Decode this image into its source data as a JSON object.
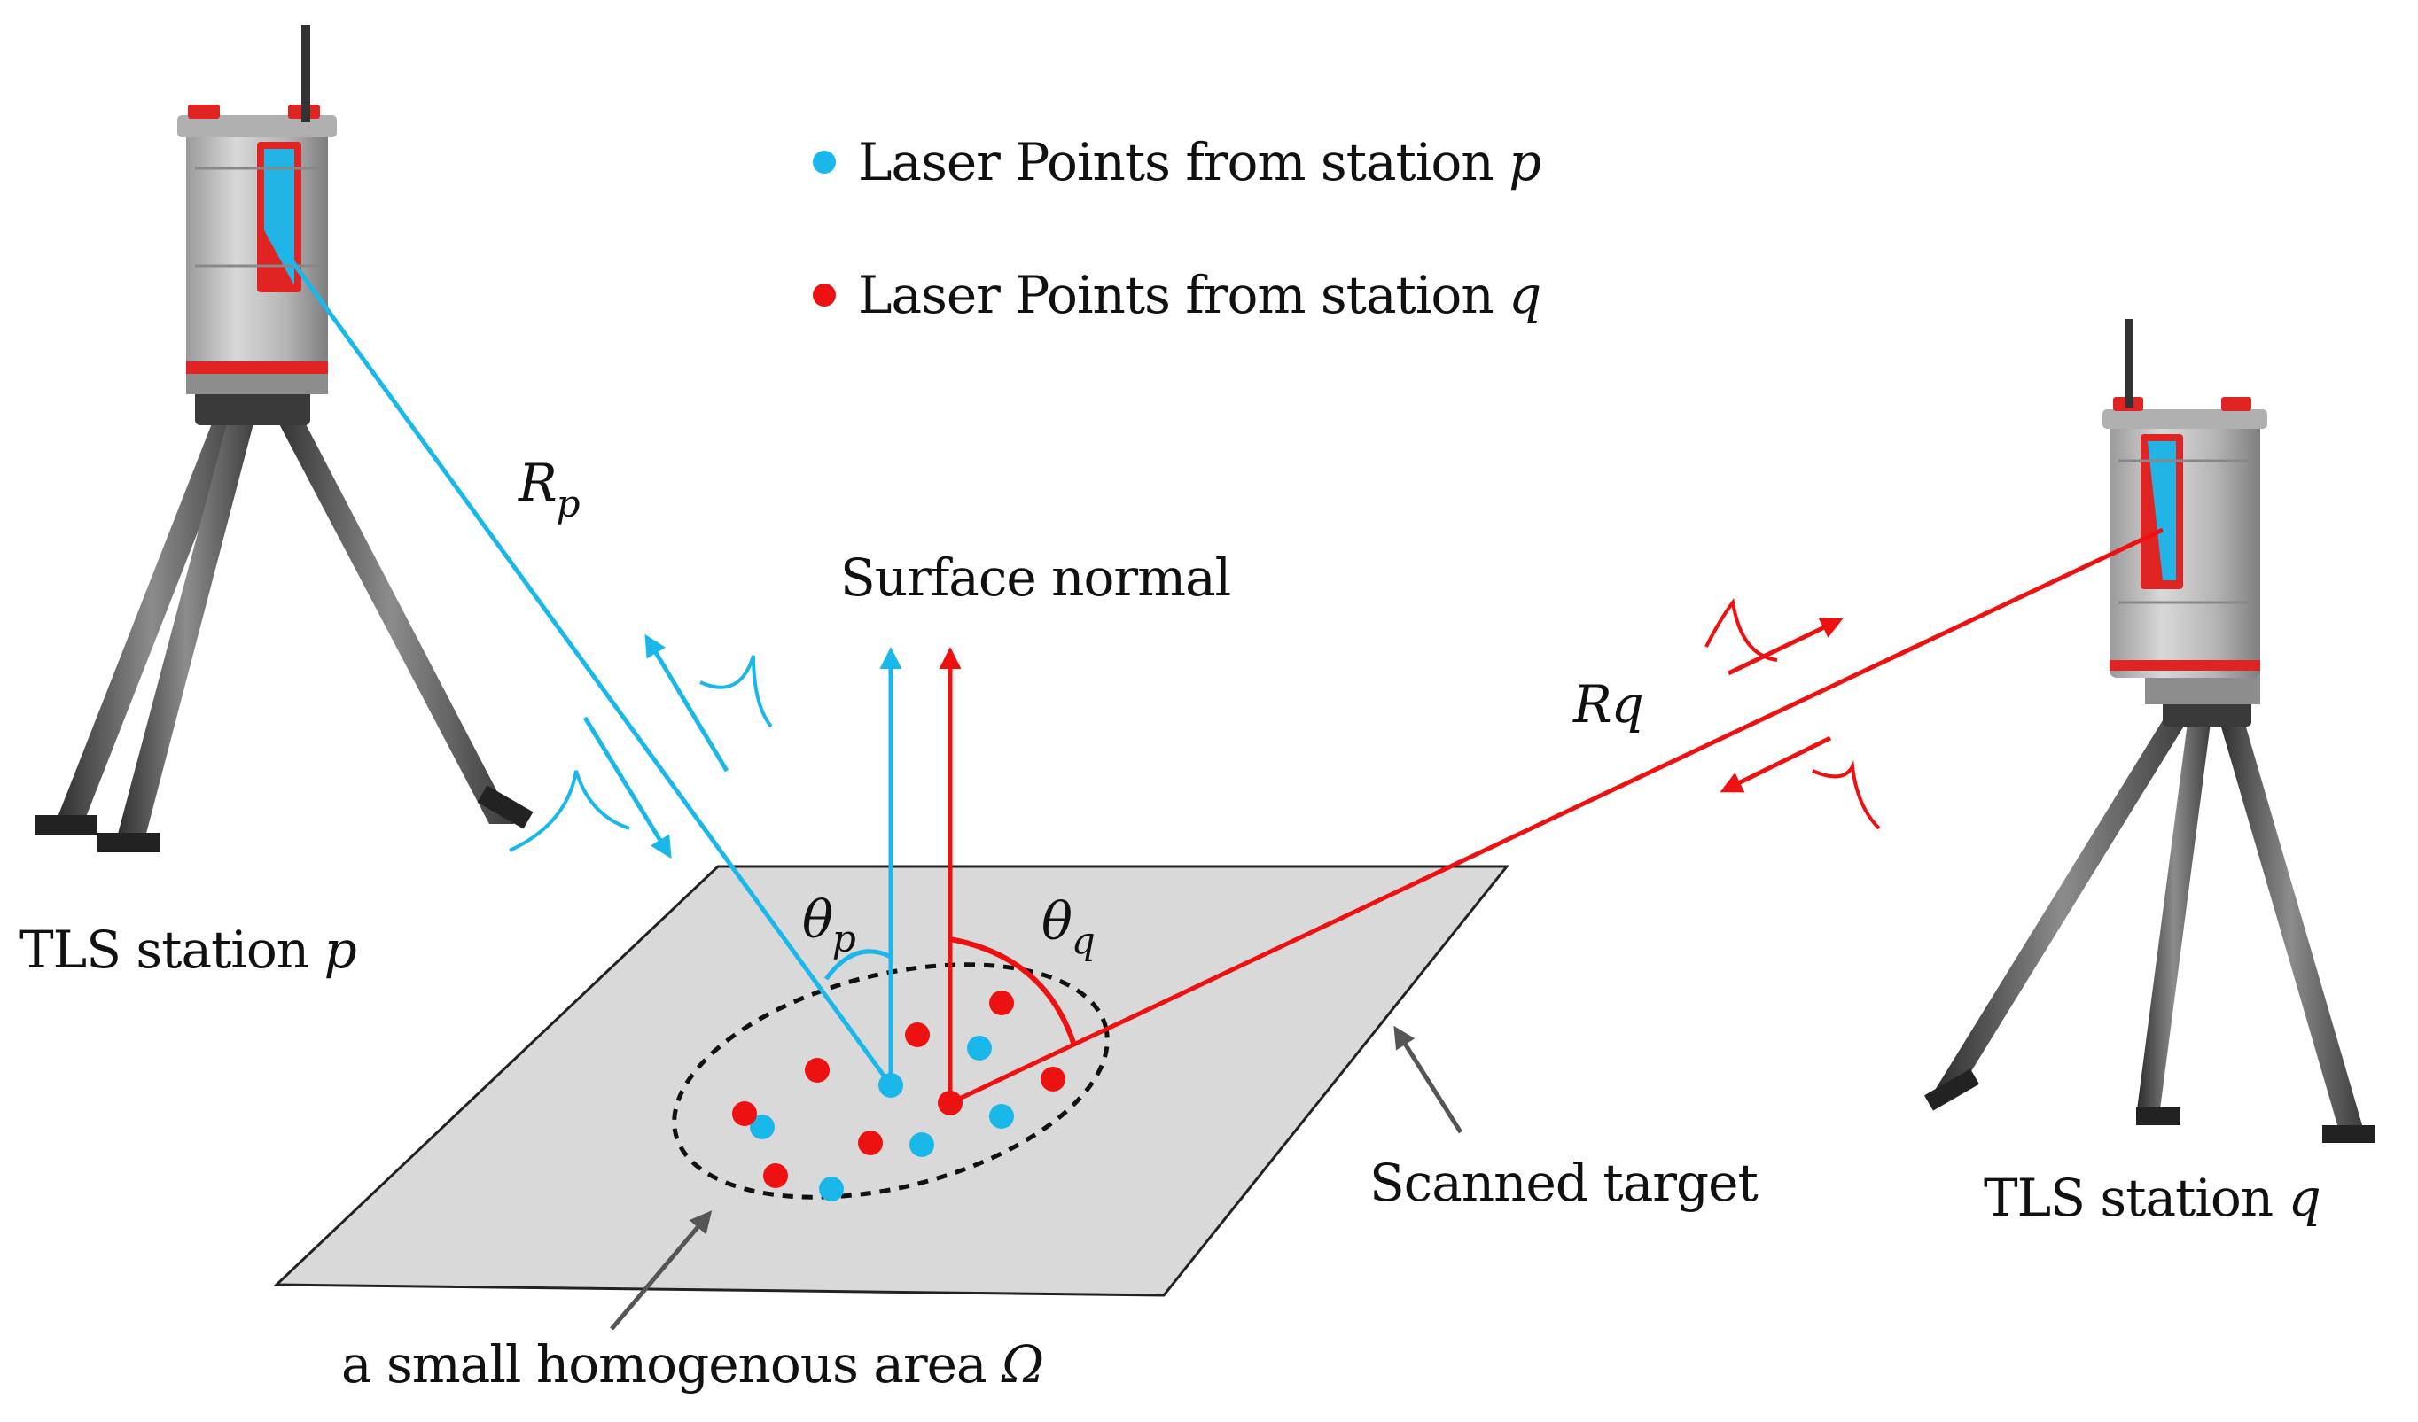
{
  "colors": {
    "station_p": "#1ab8ea",
    "station_q": "#ee1111",
    "plane": "#d9d9d9",
    "annotation_arrow": "#555555"
  },
  "legend": {
    "items": [
      {
        "marker_color": "#1ab8ea",
        "text": "Laser Points from station ",
        "station": "p"
      },
      {
        "marker_color": "#ee1111",
        "text": "Laser Points from station ",
        "station": "q"
      }
    ]
  },
  "labels": {
    "range_p_symbol": "R",
    "range_p_sub": "p",
    "range_q": "Rq",
    "surface_normal": "Surface normal",
    "theta_p_symbol": "θ",
    "theta_p_sub": "p",
    "theta_q_symbol": "θ",
    "theta_q_sub": "q",
    "station_p_text": "TLS station ",
    "station_p_var": "p",
    "station_q_text": "TLS station ",
    "station_q_var": "q",
    "scanned_target": "Scanned target",
    "area_text": "a small homogenous area ",
    "area_symbol": "Ω"
  },
  "icons": {
    "scanner_p": "tls-scanner-tripod-icon",
    "scanner_q": "tls-scanner-tripod-icon",
    "waveform": "pulse-waveform-icon"
  },
  "points": {
    "from_station_p_count": 6,
    "from_station_q_count": 8
  }
}
